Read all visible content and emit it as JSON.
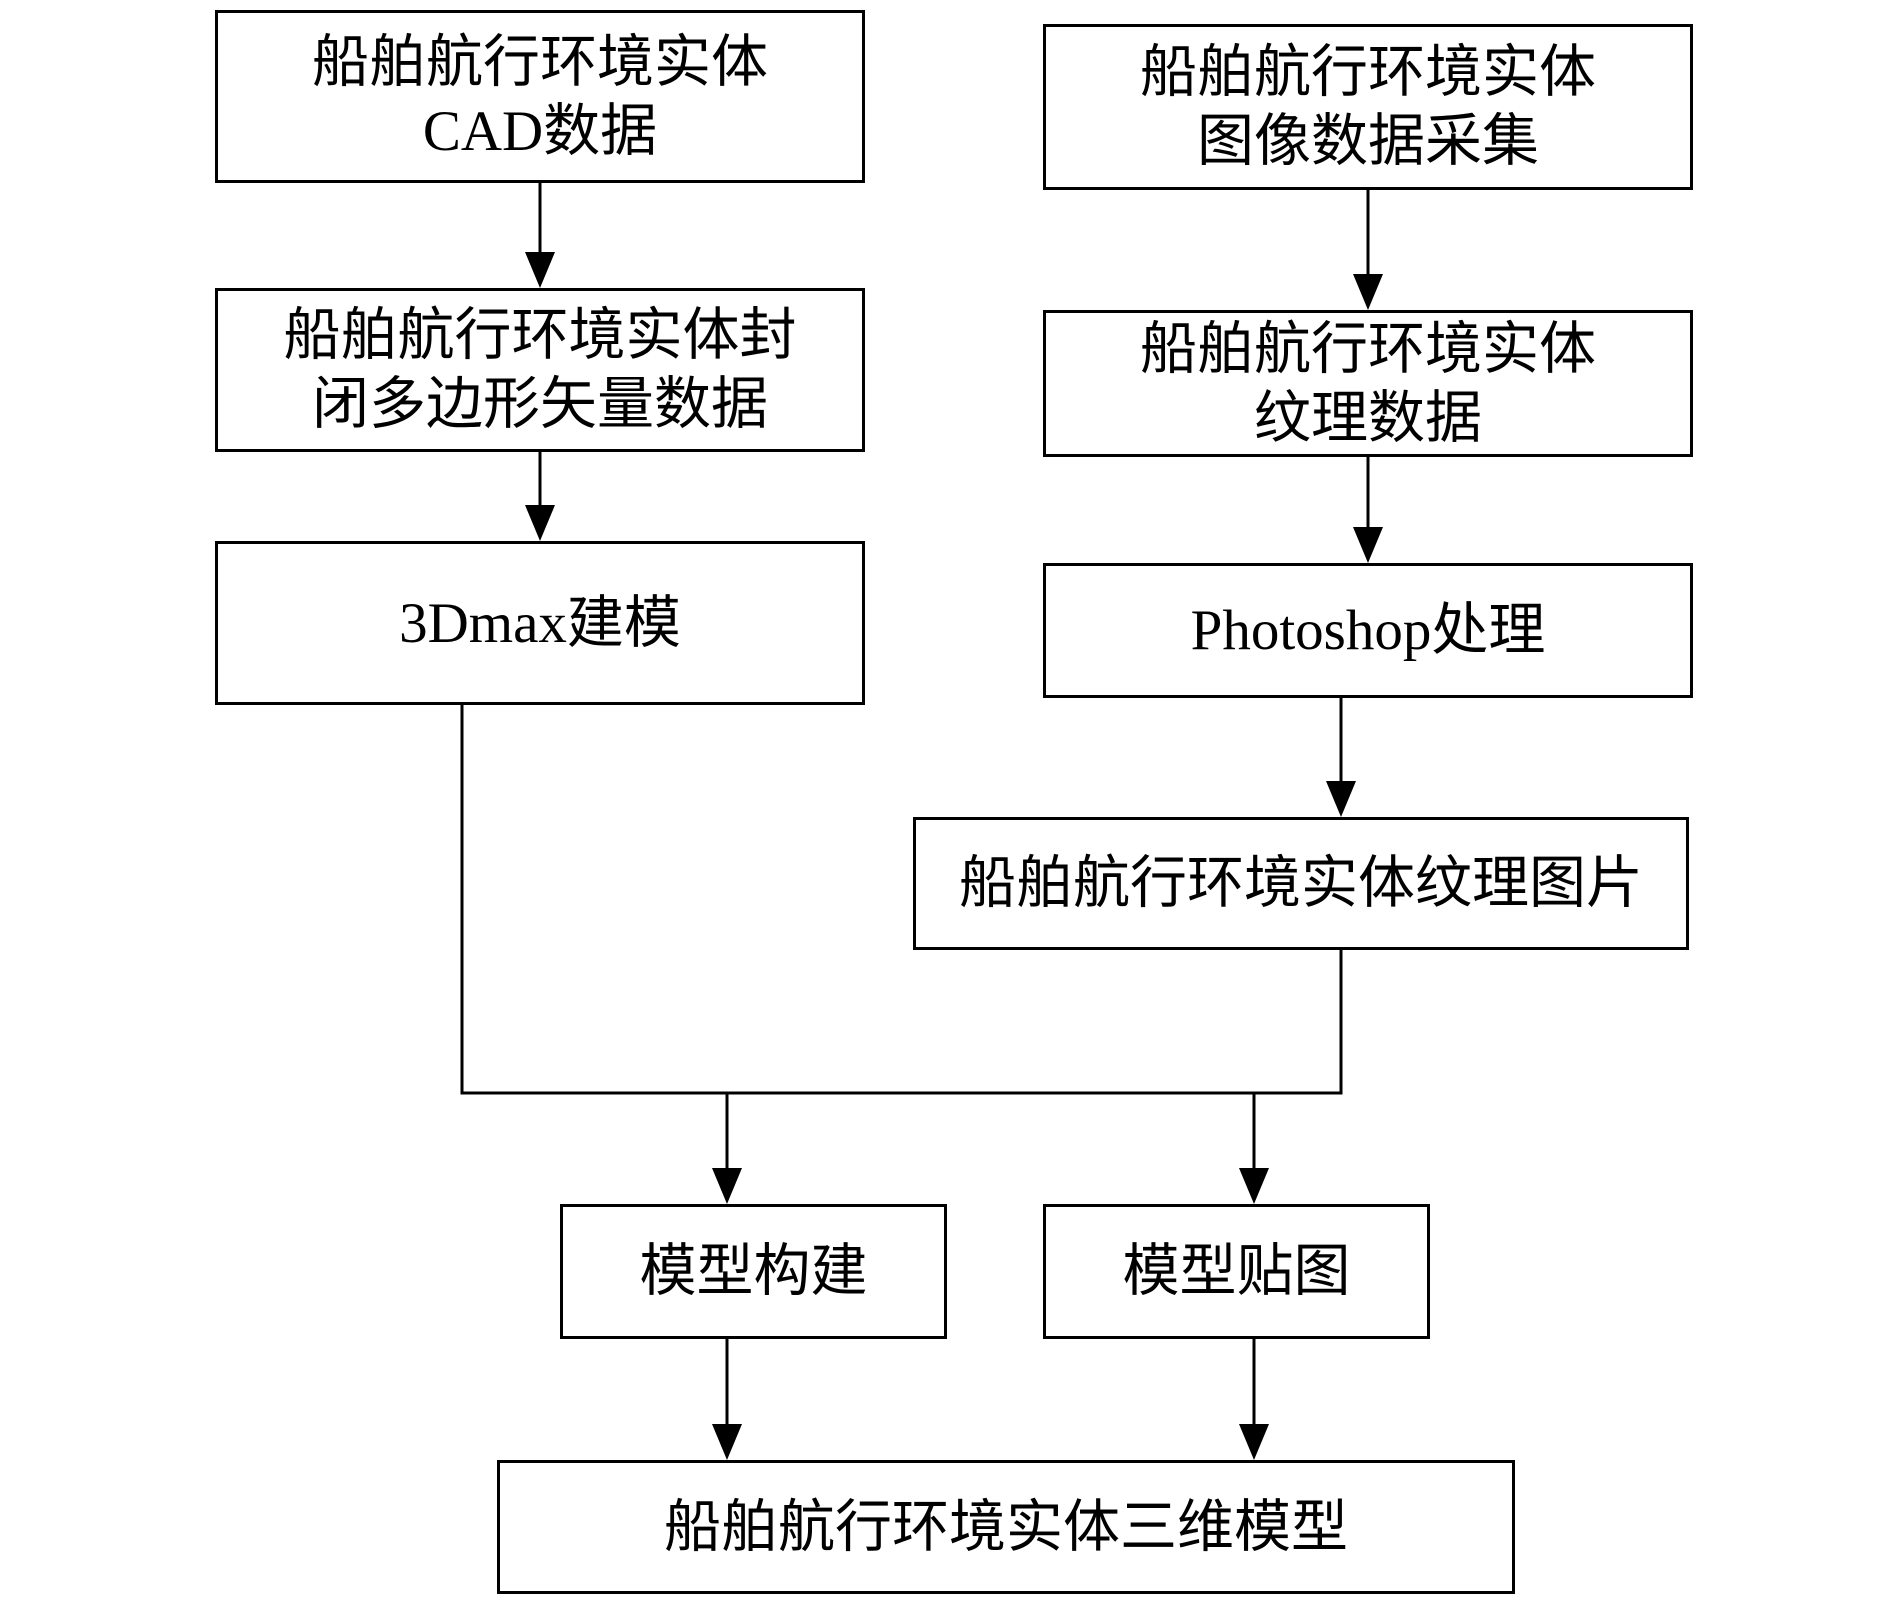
{
  "nodes": {
    "cad_data": {
      "lines": [
        "船舶航行环境实体",
        "CAD数据"
      ]
    },
    "polygon_vector_data": {
      "lines": [
        "船舶航行环境实体封",
        "闭多边形矢量数据"
      ]
    },
    "max_modeling": {
      "lines": [
        "3Dmax建模"
      ]
    },
    "image_collection": {
      "lines": [
        "船舶航行环境实体",
        "图像数据采集"
      ]
    },
    "texture_data": {
      "lines": [
        "船舶航行环境实体",
        "纹理数据"
      ]
    },
    "photoshop_processing": {
      "lines": [
        "Photoshop处理"
      ]
    },
    "texture_picture": {
      "lines": [
        "船舶航行环境实体纹理图片"
      ]
    },
    "model_build": {
      "lines": [
        "模型构建"
      ]
    },
    "model_mapping": {
      "lines": [
        "模型贴图"
      ]
    },
    "three_d_model": {
      "lines": [
        "船舶航行环境实体三维模型"
      ]
    }
  }
}
